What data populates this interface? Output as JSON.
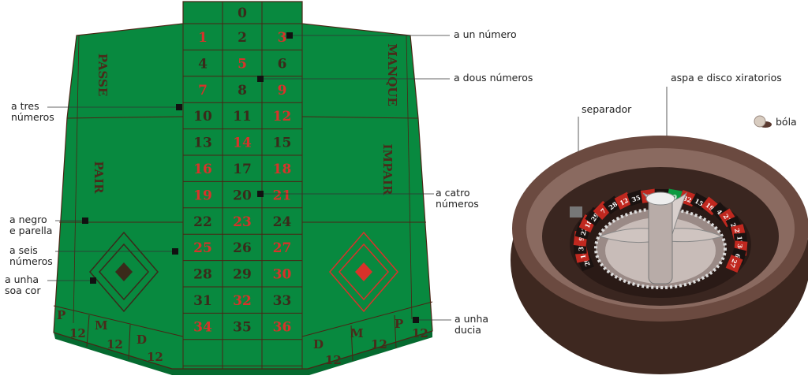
{
  "colors": {
    "felt": "#08893f",
    "felt_dark": "#056a2f",
    "line": "#4a2414",
    "red": "#d8322a",
    "dark": "#3a2a1a",
    "wood": "#5a3a30"
  },
  "table": {
    "zero": "0",
    "numbers": [
      "1",
      "2",
      "3",
      "4",
      "5",
      "6",
      "7",
      "8",
      "9",
      "10",
      "11",
      "12",
      "13",
      "14",
      "15",
      "16",
      "17",
      "18",
      "19",
      "20",
      "21",
      "22",
      "23",
      "24",
      "25",
      "26",
      "27",
      "28",
      "29",
      "30",
      "31",
      "32",
      "33",
      "34",
      "35",
      "36"
    ],
    "red_numbers": [
      "1",
      "3",
      "5",
      "7",
      "9",
      "12",
      "14",
      "16",
      "18",
      "19",
      "21",
      "23",
      "25",
      "27",
      "30",
      "32",
      "34",
      "36"
    ],
    "side_labels": {
      "passe": "PASSE",
      "manque": "MANQUE",
      "pair": "PAIR",
      "impair": "IMPAIR"
    },
    "dozens_left": [
      {
        "letter": "P",
        "num": "12"
      },
      {
        "letter": "M",
        "num": "12"
      },
      {
        "letter": "D",
        "num": "12"
      }
    ],
    "dozens_right": [
      {
        "letter": "D",
        "num": "12"
      },
      {
        "letter": "M",
        "num": "12"
      },
      {
        "letter": "P",
        "num": "12"
      }
    ]
  },
  "callouts": {
    "un_numero": "a un número",
    "dous_numeros": "a dous números",
    "tres_numeros": "a tres\nnúmeros",
    "catro_numeros": "a catro\nnúmeros",
    "negro_parella": "a negro\ne parella",
    "seis_numeros": "a seis\nnúmeros",
    "soa_cor": "a unha\nsoa cor",
    "ducia": "a unha\nducia",
    "separador": "separador",
    "aspa": "aspa e disco xiratorios",
    "bola": "bóla"
  },
  "wheel": {
    "pockets": [
      "20",
      "14",
      "31",
      "9",
      "22",
      "18",
      "29",
      "7",
      "28",
      "12",
      "35",
      "3",
      "26",
      "0",
      "32",
      "15",
      "19",
      "4",
      "21",
      "2",
      "25",
      "17",
      "34",
      "6",
      "27"
    ],
    "pocket_colors": [
      "black",
      "red",
      "black",
      "red",
      "black",
      "red",
      "black",
      "red",
      "black",
      "red",
      "black",
      "red",
      "black",
      "green",
      "red",
      "black",
      "red",
      "black",
      "red",
      "black",
      "red",
      "black",
      "red",
      "black",
      "red"
    ]
  }
}
